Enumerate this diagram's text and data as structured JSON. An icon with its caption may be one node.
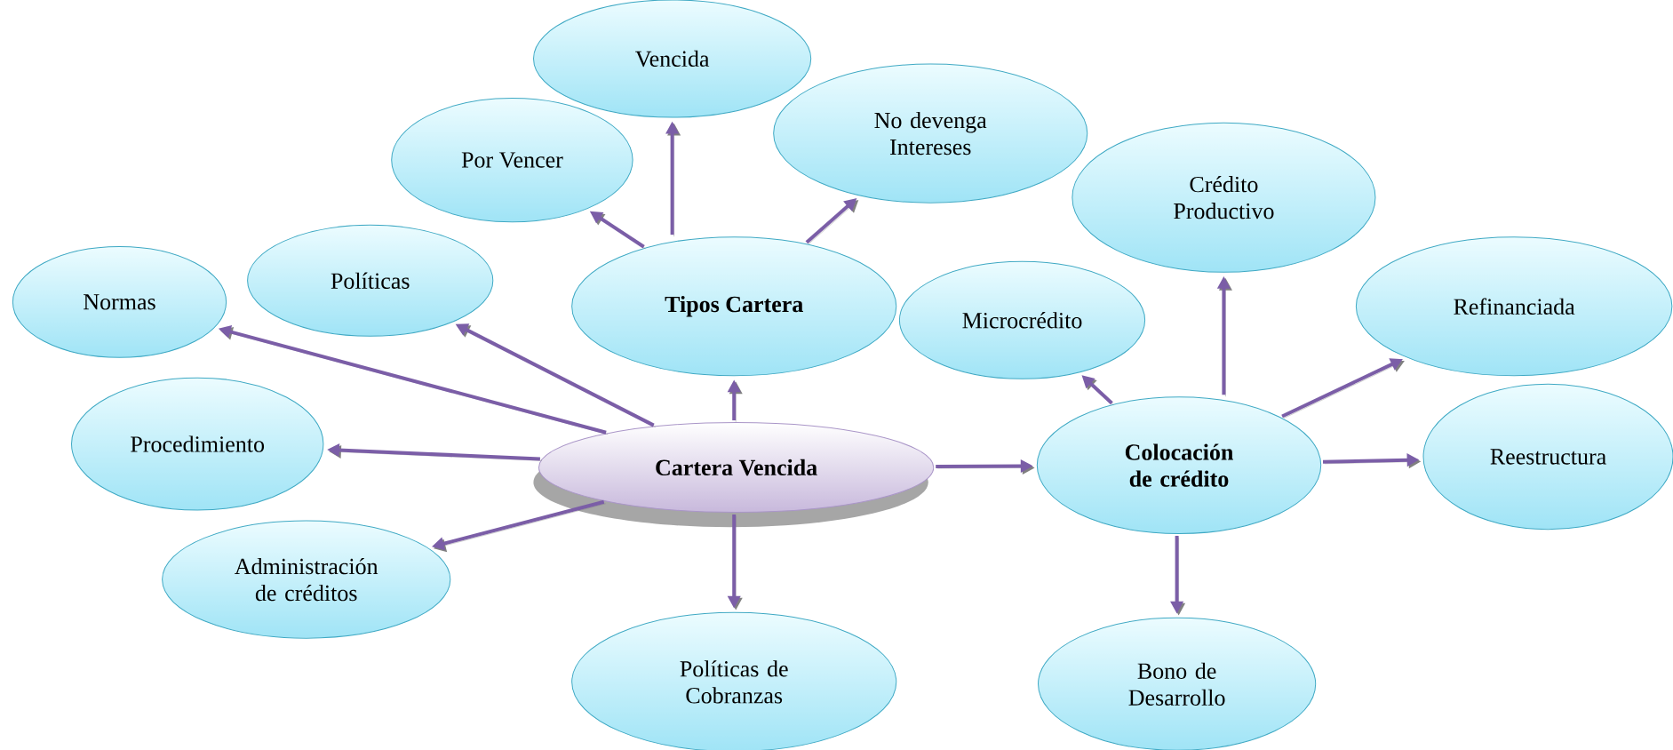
{
  "diagram": {
    "nodes": [
      {
        "text": [
          "Cartera Vencida"
        ]
      },
      {
        "text": [
          "Tipos Cartera"
        ]
      },
      {
        "text": [
          "Vencida"
        ]
      },
      {
        "text": [
          "Por Vencer"
        ]
      },
      {
        "text": [
          "No devenga Intereses"
        ]
      },
      {
        "text": [
          "Normas"
        ]
      },
      {
        "text": [
          "Políticas"
        ]
      },
      {
        "text": [
          "Procedimiento"
        ]
      },
      {
        "text": [
          "Administración de créditos"
        ]
      },
      {
        "text": [
          "Políticas de Cobranzas"
        ]
      },
      {
        "text": [
          "Colocación de crédito"
        ]
      },
      {
        "text": [
          "Crédito Productivo"
        ]
      },
      {
        "text": [
          "Microcrédito"
        ]
      },
      {
        "text": [
          "Refinanciada"
        ]
      },
      {
        "text": [
          "Reestructura"
        ]
      },
      {
        "text": [
          "Bono de Desarrollo"
        ]
      }
    ],
    "edges": [
      {
        "from": 0,
        "to": 1,
        "arrow": "to"
      },
      {
        "from": 0,
        "to": 5,
        "arrow": "to"
      },
      {
        "from": 0,
        "to": 6,
        "arrow": "to"
      },
      {
        "from": 0,
        "to": 7,
        "arrow": "to"
      },
      {
        "from": 0,
        "to": 8,
        "arrow": "to"
      },
      {
        "from": 0,
        "to": 9,
        "arrow": "to"
      },
      {
        "from": 0,
        "to": 10,
        "arrow": "to"
      },
      {
        "from": 1,
        "to": 2,
        "arrow": "to"
      },
      {
        "from": 1,
        "to": 3,
        "arrow": "to"
      },
      {
        "from": 1,
        "to": 4,
        "arrow": "to"
      },
      {
        "from": 10,
        "to": 11,
        "arrow": "to"
      },
      {
        "from": 10,
        "to": 12,
        "arrow": "to"
      },
      {
        "from": 10,
        "to": 13,
        "arrow": "to"
      },
      {
        "from": 10,
        "to": 14,
        "arrow": "to"
      },
      {
        "from": 10,
        "to": 15,
        "arrow": "to"
      }
    ]
  }
}
